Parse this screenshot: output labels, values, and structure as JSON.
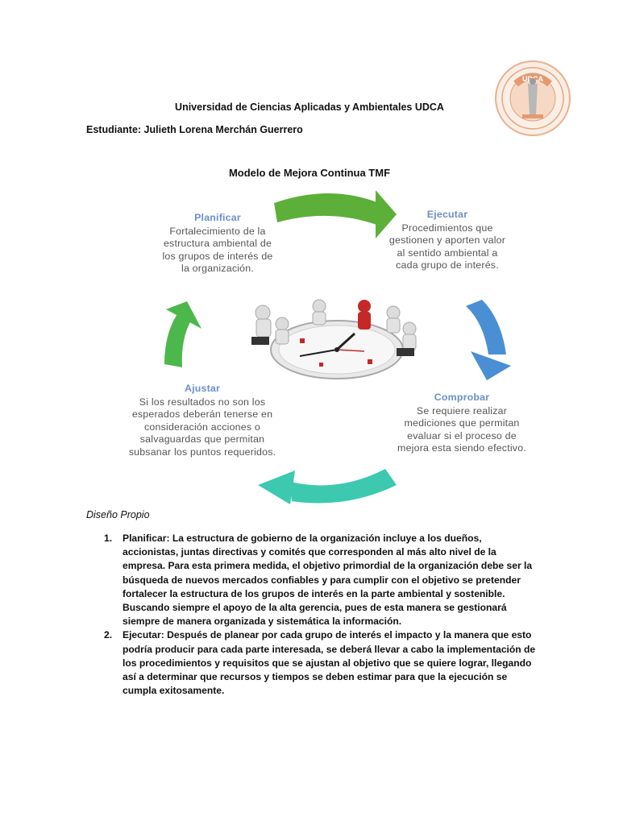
{
  "header": {
    "university": "Universidad de Ciencias Aplicadas y Ambientales UDCA",
    "student": "Estudiante: Julieth Lorena Merchán Guerrero",
    "logo_text": "UDCA"
  },
  "diagram": {
    "title": "Modelo de Mejora Continua TMF",
    "nodes": [
      {
        "label": "Planificar",
        "text": "Fortalecimiento de la estructura ambiental de los grupos de interés de la organización."
      },
      {
        "label": "Ejecutar",
        "text": "Procedimientos que gestionen y aporten valor al sentido ambiental a cada grupo de interés."
      },
      {
        "label": "Comprobar",
        "text": "Se requiere realizar mediciones que permitan evaluar si el proceso de mejora esta siendo efectivo."
      },
      {
        "label": "Ajustar",
        "text": "Si los resultados no son los esperados deberán tenerse en consideración acciones o salvaguardas que permitan subsanar los puntos requeridos."
      }
    ],
    "colors": {
      "label": "#6c8fc8",
      "arrow_top": "#5cb03a",
      "arrow_right": "#4a8fd4",
      "arrow_bottom": "#3cc9b0",
      "arrow_left": "#4cb84c"
    }
  },
  "section": {
    "subheading": "Diseño Propio",
    "items": [
      {
        "num": "1.",
        "text": "Planificar: La estructura de gobierno de la organización incluye a los dueños, accionistas, juntas directivas y comités que corresponden al más alto nivel de la empresa. Para esta primera medida, el objetivo primordial de la organización debe ser la búsqueda de nuevos mercados confiables y para cumplir con el objetivo se pretender fortalecer la estructura de los grupos de interés en la parte ambiental y sostenible. Buscando siempre el apoyo de la alta gerencia, pues de esta manera se gestionará siempre de manera organizada y sistemática la información."
      },
      {
        "num": "2.",
        "text": "Ejecutar: Después de planear por cada grupo de interés el impacto y la manera que esto podría producir para cada parte interesada, se deberá llevar a cabo la implementación de los procedimientos y requisitos que se ajustan al objetivo que se quiere lograr, llegando así a determinar que recursos y tiempos se deben estimar para que la ejecución se cumpla exitosamente."
      }
    ]
  }
}
